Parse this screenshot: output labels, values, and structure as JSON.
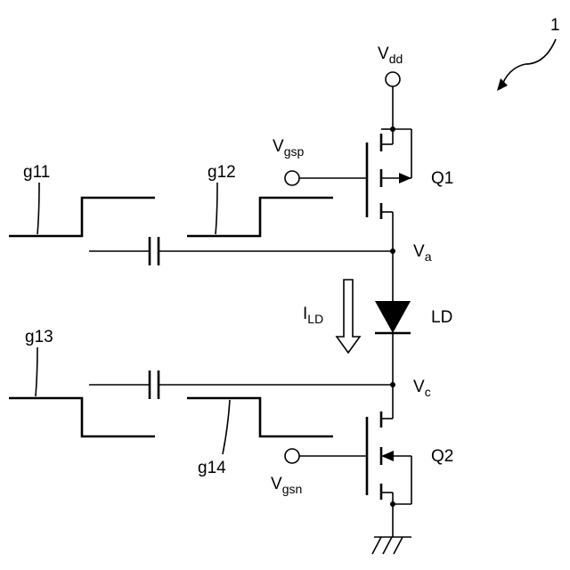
{
  "figure_ref": "1",
  "supply": {
    "name": "V",
    "sub": "dd"
  },
  "gate_p": {
    "name": "V",
    "sub": "gsp"
  },
  "gate_n": {
    "name": "V",
    "sub": "gsn"
  },
  "transistor_p": "Q1",
  "transistor_n": "Q2",
  "node_a": {
    "name": "V",
    "sub": "a"
  },
  "node_c": {
    "name": "V",
    "sub": "c"
  },
  "diode": "LD",
  "current": {
    "name": "I",
    "sub": "LD"
  },
  "pulses": [
    "g11",
    "g12",
    "g13",
    "g14"
  ]
}
